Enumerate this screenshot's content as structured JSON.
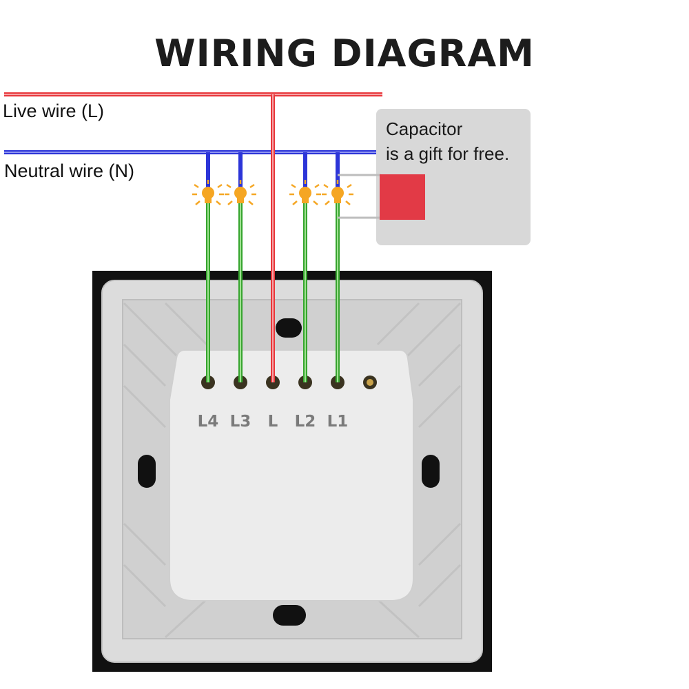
{
  "title": "WIRING DIAGRAM",
  "wires": {
    "live_label": "Live wire (L)",
    "neutral_label": "Neutral wire (N)",
    "live_color": "#e8373b",
    "neutral_color": "#2c35d8",
    "switched_color": "#36a52e"
  },
  "capacitor_note": {
    "line1": "Capacitor",
    "line2": "is a gift for free."
  },
  "terminals": [
    "L4",
    "L3",
    "L",
    "L2",
    "L1"
  ],
  "colors": {
    "panel_frame": "#111111",
    "panel_body": "#d4d4d4",
    "capacitor": "#e23a46",
    "light_bulb": "#f5a623"
  }
}
